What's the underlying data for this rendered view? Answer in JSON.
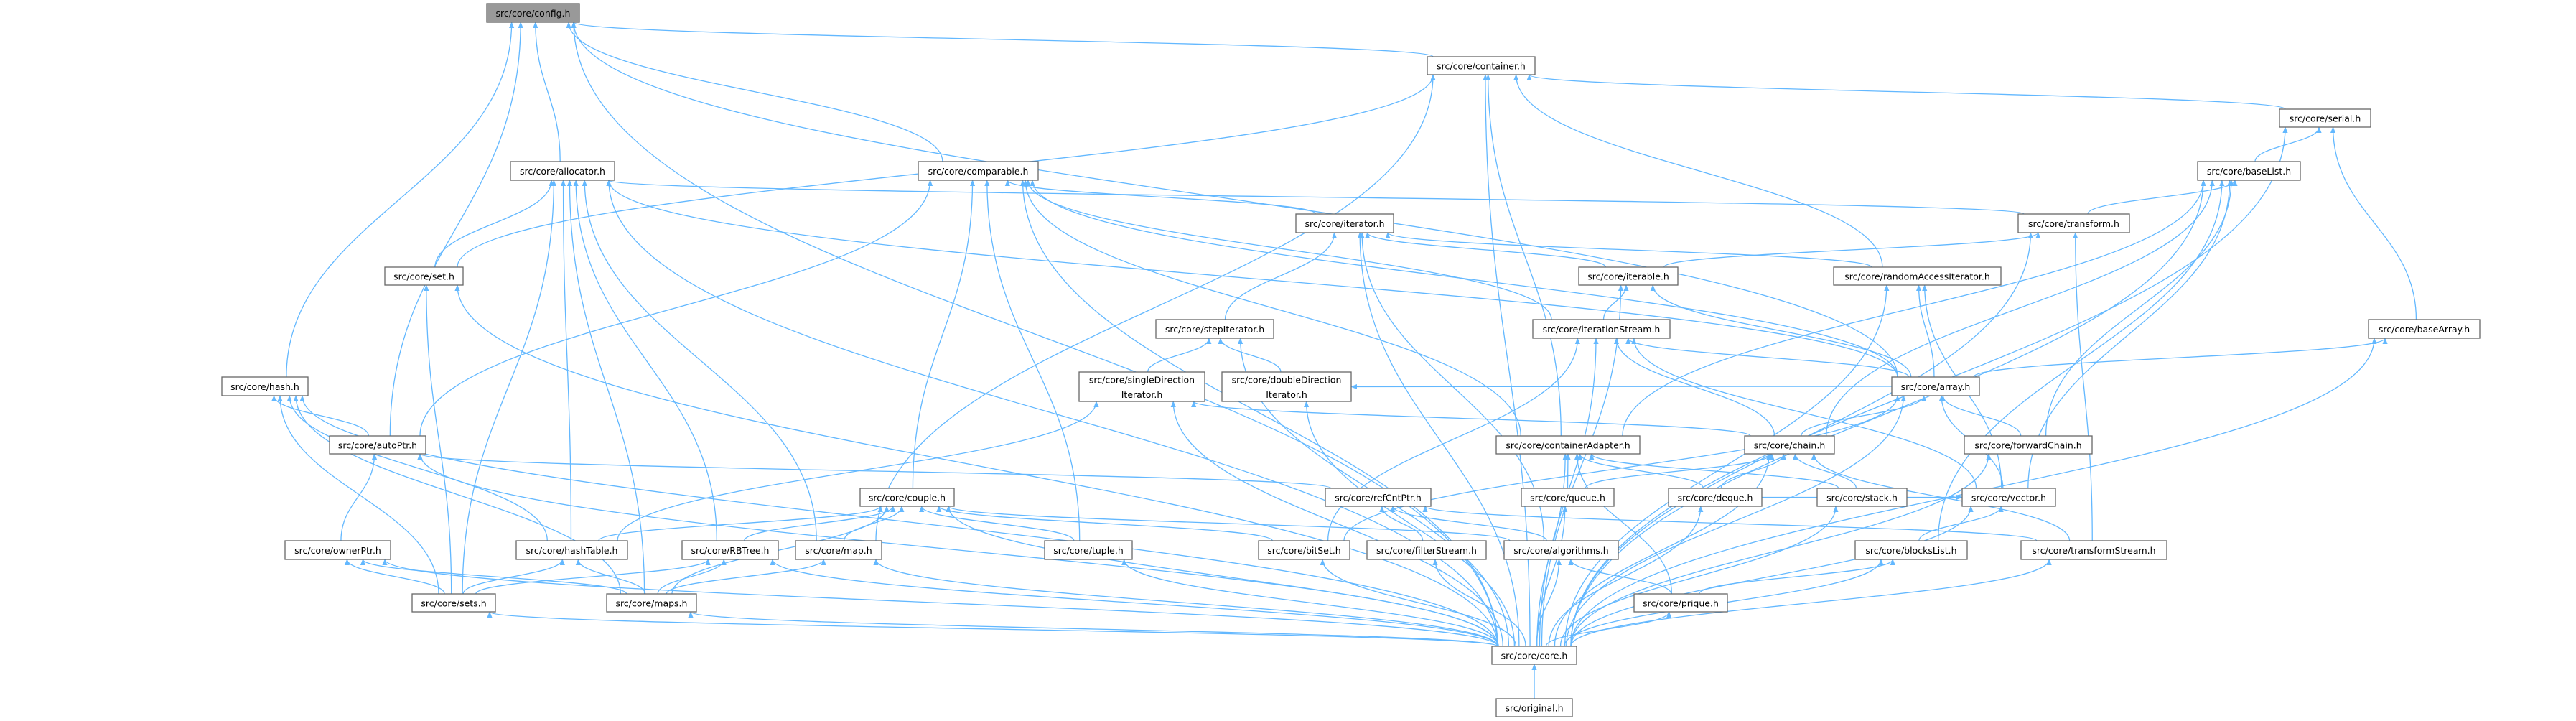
{
  "graph": {
    "title": "include dependency graph",
    "root": "config",
    "edge_color": "#63b8ff",
    "root_fill": "#999999",
    "nodes": [
      {
        "id": "config",
        "label": [
          "src/core/config.h"
        ]
      },
      {
        "id": "container",
        "label": [
          "src/core/container.h"
        ]
      },
      {
        "id": "serial",
        "label": [
          "src/core/serial.h"
        ]
      },
      {
        "id": "allocator",
        "label": [
          "src/core/allocator.h"
        ]
      },
      {
        "id": "comparable",
        "label": [
          "src/core/comparable.h"
        ]
      },
      {
        "id": "baseList",
        "label": [
          "src/core/baseList.h"
        ]
      },
      {
        "id": "iterator",
        "label": [
          "src/core/iterator.h"
        ]
      },
      {
        "id": "transform",
        "label": [
          "src/core/transform.h"
        ]
      },
      {
        "id": "set",
        "label": [
          "src/core/set.h"
        ]
      },
      {
        "id": "iterable",
        "label": [
          "src/core/iterable.h"
        ]
      },
      {
        "id": "randomAccessIterator",
        "label": [
          "src/core/randomAccessIterator.h"
        ]
      },
      {
        "id": "stepIterator",
        "label": [
          "src/core/stepIterator.h"
        ]
      },
      {
        "id": "iterationStream",
        "label": [
          "src/core/iterationStream.h"
        ]
      },
      {
        "id": "baseArray",
        "label": [
          "src/core/baseArray.h"
        ]
      },
      {
        "id": "hash",
        "label": [
          "src/core/hash.h"
        ]
      },
      {
        "id": "singleDirectionIterator",
        "label": [
          "src/core/singleDirection",
          "Iterator.h"
        ]
      },
      {
        "id": "doubleDirectionIterator",
        "label": [
          "src/core/doubleDirection",
          "Iterator.h"
        ]
      },
      {
        "id": "array",
        "label": [
          "src/core/array.h"
        ]
      },
      {
        "id": "autoPtr",
        "label": [
          "src/core/autoPtr.h"
        ]
      },
      {
        "id": "containerAdapter",
        "label": [
          "src/core/containerAdapter.h"
        ]
      },
      {
        "id": "chain",
        "label": [
          "src/core/chain.h"
        ]
      },
      {
        "id": "forwardChain",
        "label": [
          "src/core/forwardChain.h"
        ]
      },
      {
        "id": "couple",
        "label": [
          "src/core/couple.h"
        ]
      },
      {
        "id": "refCntPtr",
        "label": [
          "src/core/refCntPtr.h"
        ]
      },
      {
        "id": "queue",
        "label": [
          "src/core/queue.h"
        ]
      },
      {
        "id": "deque",
        "label": [
          "src/core/deque.h"
        ]
      },
      {
        "id": "stack",
        "label": [
          "src/core/stack.h"
        ]
      },
      {
        "id": "vector",
        "label": [
          "src/core/vector.h"
        ]
      },
      {
        "id": "ownerPtr",
        "label": [
          "src/core/ownerPtr.h"
        ]
      },
      {
        "id": "hashTable",
        "label": [
          "src/core/hashTable.h"
        ]
      },
      {
        "id": "RBTree",
        "label": [
          "src/core/RBTree.h"
        ]
      },
      {
        "id": "map",
        "label": [
          "src/core/map.h"
        ]
      },
      {
        "id": "tuple",
        "label": [
          "src/core/tuple.h"
        ]
      },
      {
        "id": "bitSet",
        "label": [
          "src/core/bitSet.h"
        ]
      },
      {
        "id": "filterStream",
        "label": [
          "src/core/filterStream.h"
        ]
      },
      {
        "id": "algorithms",
        "label": [
          "src/core/algorithms.h"
        ]
      },
      {
        "id": "blocksList",
        "label": [
          "src/core/blocksList.h"
        ]
      },
      {
        "id": "transformStream",
        "label": [
          "src/core/transformStream.h"
        ]
      },
      {
        "id": "sets",
        "label": [
          "src/core/sets.h"
        ]
      },
      {
        "id": "maps",
        "label": [
          "src/core/maps.h"
        ]
      },
      {
        "id": "prique",
        "label": [
          "src/core/prique.h"
        ]
      },
      {
        "id": "core",
        "label": [
          "src/core/core.h"
        ]
      },
      {
        "id": "original",
        "label": [
          "src/original.h"
        ]
      }
    ],
    "edges": [
      [
        "hash",
        "config"
      ],
      [
        "autoPtr",
        "config"
      ],
      [
        "allocator",
        "config"
      ],
      [
        "comparable",
        "config"
      ],
      [
        "container",
        "config"
      ],
      [
        "array",
        "config"
      ],
      [
        "core",
        "config"
      ],
      [
        "set",
        "container"
      ],
      [
        "map",
        "container"
      ],
      [
        "serial",
        "container"
      ],
      [
        "randomAccessIterator",
        "container"
      ],
      [
        "containerAdapter",
        "container"
      ],
      [
        "core",
        "container"
      ],
      [
        "baseList",
        "serial"
      ],
      [
        "baseArray",
        "serial"
      ],
      [
        "core",
        "serial"
      ],
      [
        "set",
        "allocator"
      ],
      [
        "hashTable",
        "allocator"
      ],
      [
        "RBTree",
        "allocator"
      ],
      [
        "map",
        "allocator"
      ],
      [
        "maps",
        "allocator"
      ],
      [
        "sets",
        "allocator"
      ],
      [
        "transform",
        "allocator"
      ],
      [
        "array",
        "allocator"
      ],
      [
        "core",
        "allocator"
      ],
      [
        "iterator",
        "comparable"
      ],
      [
        "iterationStream",
        "comparable"
      ],
      [
        "containerAdapter",
        "comparable"
      ],
      [
        "couple",
        "comparable"
      ],
      [
        "autoPtr",
        "comparable"
      ],
      [
        "tuple",
        "comparable"
      ],
      [
        "array",
        "comparable"
      ],
      [
        "core",
        "comparable"
      ],
      [
        "transform",
        "baseList"
      ],
      [
        "containerAdapter",
        "baseList"
      ],
      [
        "chain",
        "baseList"
      ],
      [
        "forwardChain",
        "baseList"
      ],
      [
        "vector",
        "baseList"
      ],
      [
        "blocksList",
        "baseList"
      ],
      [
        "core",
        "baseList"
      ],
      [
        "stepIterator",
        "iterator"
      ],
      [
        "randomAccessIterator",
        "iterator"
      ],
      [
        "iterable",
        "iterator"
      ],
      [
        "algorithms",
        "iterator"
      ],
      [
        "core",
        "iterator"
      ],
      [
        "iterable",
        "transform"
      ],
      [
        "transformStream",
        "transform"
      ],
      [
        "core",
        "transform"
      ],
      [
        "sets",
        "set"
      ],
      [
        "core",
        "set"
      ],
      [
        "iterationStream",
        "iterable"
      ],
      [
        "array",
        "iterable"
      ],
      [
        "core",
        "iterable"
      ],
      [
        "array",
        "randomAccessIterator"
      ],
      [
        "vector",
        "randomAccessIterator"
      ],
      [
        "core",
        "randomAccessIterator"
      ],
      [
        "singleDirectionIterator",
        "stepIterator"
      ],
      [
        "doubleDirectionIterator",
        "stepIterator"
      ],
      [
        "core",
        "stepIterator"
      ],
      [
        "array",
        "iterationStream"
      ],
      [
        "chain",
        "iterationStream"
      ],
      [
        "vector",
        "iterationStream"
      ],
      [
        "bitSet",
        "iterationStream"
      ],
      [
        "core",
        "iterationStream"
      ],
      [
        "array",
        "baseArray"
      ],
      [
        "core",
        "baseArray"
      ],
      [
        "autoPtr",
        "hash"
      ],
      [
        "hashTable",
        "hash"
      ],
      [
        "sets",
        "hash"
      ],
      [
        "maps",
        "hash"
      ],
      [
        "core",
        "hash"
      ],
      [
        "hashTable",
        "singleDirectionIterator"
      ],
      [
        "chain",
        "singleDirectionIterator"
      ],
      [
        "core",
        "singleDirectionIterator"
      ],
      [
        "array",
        "doubleDirectionIterator"
      ],
      [
        "core",
        "doubleDirectionIterator"
      ],
      [
        "chain",
        "array"
      ],
      [
        "vector",
        "array"
      ],
      [
        "forwardChain",
        "array"
      ],
      [
        "bitSet",
        "array"
      ],
      [
        "core",
        "array"
      ],
      [
        "ownerPtr",
        "autoPtr"
      ],
      [
        "refCntPtr",
        "autoPtr"
      ],
      [
        "core",
        "autoPtr"
      ],
      [
        "queue",
        "containerAdapter"
      ],
      [
        "deque",
        "containerAdapter"
      ],
      [
        "stack",
        "containerAdapter"
      ],
      [
        "prique",
        "containerAdapter"
      ],
      [
        "core",
        "containerAdapter"
      ],
      [
        "queue",
        "chain"
      ],
      [
        "deque",
        "chain"
      ],
      [
        "stack",
        "chain"
      ],
      [
        "transformStream",
        "chain"
      ],
      [
        "core",
        "chain"
      ],
      [
        "core",
        "forwardChain"
      ],
      [
        "hashTable",
        "couple"
      ],
      [
        "RBTree",
        "couple"
      ],
      [
        "map",
        "couple"
      ],
      [
        "tuple",
        "couple"
      ],
      [
        "bitSet",
        "couple"
      ],
      [
        "maps",
        "couple"
      ],
      [
        "algorithms",
        "couple"
      ],
      [
        "core",
        "couple"
      ],
      [
        "filterStream",
        "refCntPtr"
      ],
      [
        "algorithms",
        "refCntPtr"
      ],
      [
        "transformStream",
        "refCntPtr"
      ],
      [
        "core",
        "queue"
      ],
      [
        "deque",
        "vector"
      ],
      [
        "core",
        "deque"
      ],
      [
        "core",
        "stack"
      ],
      [
        "blocksList",
        "vector"
      ],
      [
        "core",
        "vector"
      ],
      [
        "sets",
        "ownerPtr"
      ],
      [
        "maps",
        "ownerPtr"
      ],
      [
        "core",
        "ownerPtr"
      ],
      [
        "sets",
        "hashTable"
      ],
      [
        "maps",
        "hashTable"
      ],
      [
        "sets",
        "RBTree"
      ],
      [
        "maps",
        "RBTree"
      ],
      [
        "core",
        "RBTree"
      ],
      [
        "maps",
        "map"
      ],
      [
        "core",
        "map"
      ],
      [
        "core",
        "tuple"
      ],
      [
        "core",
        "bitSet"
      ],
      [
        "core",
        "filterStream"
      ],
      [
        "prique",
        "algorithms"
      ],
      [
        "core",
        "algorithms"
      ],
      [
        "prique",
        "blocksList"
      ],
      [
        "core",
        "blocksList"
      ],
      [
        "core",
        "transformStream"
      ],
      [
        "core",
        "sets"
      ],
      [
        "core",
        "maps"
      ],
      [
        "core",
        "prique"
      ],
      [
        "original",
        "core"
      ]
    ]
  }
}
